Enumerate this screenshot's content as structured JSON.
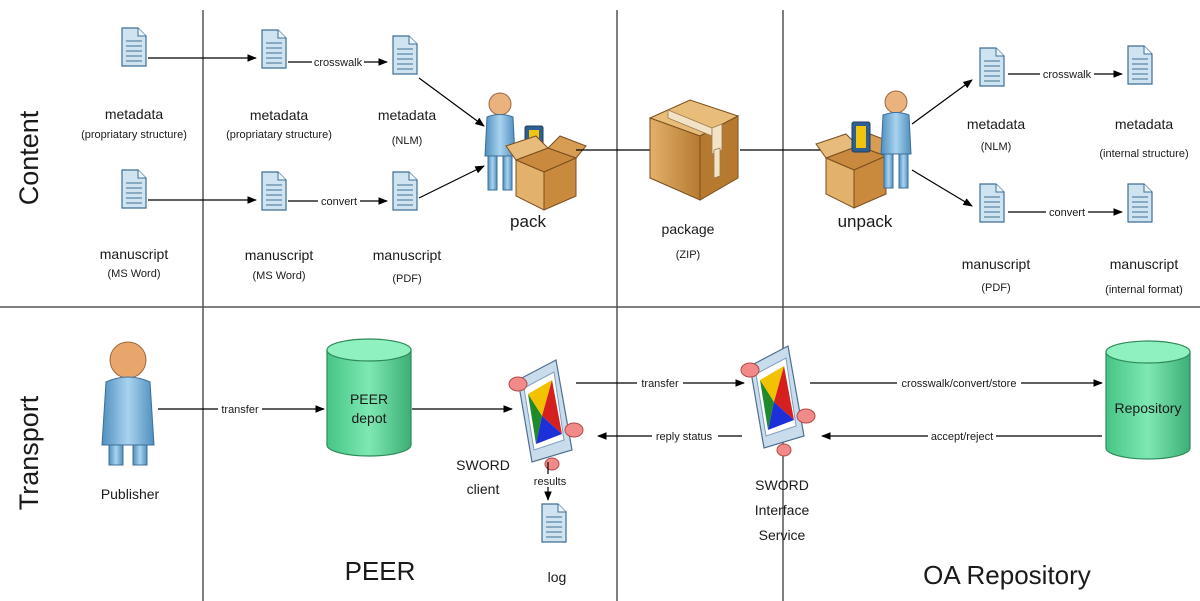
{
  "rows": {
    "content": "Content",
    "transport": "Transport"
  },
  "regions": {
    "peer": "PEER",
    "oa": "OA Repository"
  },
  "content": {
    "docs": [
      {
        "id": "meta_pub",
        "label": "metadata",
        "sub": "(propriatary structure)"
      },
      {
        "id": "meta_peer",
        "label": "metadata",
        "sub": "(propriatary structure)"
      },
      {
        "id": "meta_nlm",
        "label": "metadata",
        "sub": "(NLM)"
      },
      {
        "id": "ms_pub",
        "label": "manuscript",
        "sub": "(MS Word)"
      },
      {
        "id": "ms_peer",
        "label": "manuscript",
        "sub": "(MS Word)"
      },
      {
        "id": "ms_pdf",
        "label": "manuscript",
        "sub": "(PDF)"
      },
      {
        "id": "meta_oa_nlm",
        "label": "metadata",
        "sub": "(NLM)"
      },
      {
        "id": "meta_oa_int",
        "label": "metadata",
        "sub": "(internal structure)"
      },
      {
        "id": "ms_oa_pdf",
        "label": "manuscript",
        "sub": "(PDF)"
      },
      {
        "id": "ms_oa_int",
        "label": "manuscript",
        "sub": "(internal format)"
      }
    ],
    "pack": "pack",
    "unpack": "unpack",
    "package": {
      "label": "package",
      "sub": "(ZIP)"
    },
    "edges": {
      "crosswalk_left": "crosswalk",
      "convert_left": "convert",
      "crosswalk_right": "crosswalk",
      "convert_right": "convert"
    }
  },
  "transport": {
    "publisher": "Publisher",
    "peer_depot": [
      "PEER",
      "depot"
    ],
    "sword_client": [
      "SWORD",
      "client"
    ],
    "sword_service": [
      "SWORD",
      "Interface",
      "Service"
    ],
    "repository": "Repository",
    "log": "log",
    "edges": {
      "transfer_pub": "transfer",
      "transfer_sword": "transfer",
      "reply_status": "reply status",
      "crosswalk_store": "crosswalk/convert/store",
      "accept_reject": "accept/reject",
      "results": "results"
    }
  },
  "colors": {
    "doc_fill": "#cfe3f0",
    "doc_stroke": "#3f6f95",
    "cylinder_fill": "#66d8a0",
    "cylinder_stroke": "#2f8a5a",
    "box_fill": "#d9a15f",
    "package_fill": "#c8923f",
    "person_body": "#6fa8d0"
  }
}
